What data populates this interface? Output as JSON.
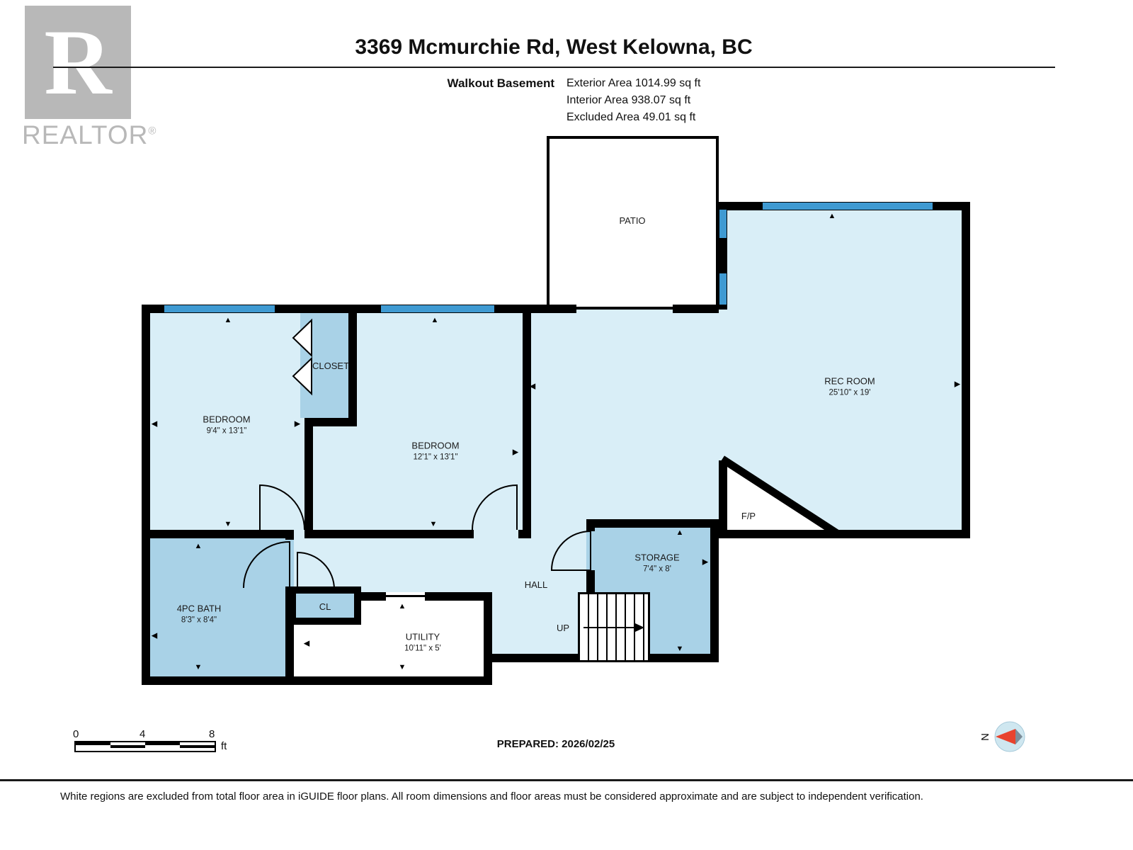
{
  "logo": {
    "letter": "R",
    "brand": "REALTOR",
    "registered": "®"
  },
  "header": {
    "title": "3369 Mcmurchie Rd, West Kelowna, BC",
    "floor_label": "Walkout Basement",
    "areas": {
      "exterior": "Exterior Area 1014.99 sq ft",
      "interior": "Interior Area 938.07 sq ft",
      "excluded": "Excluded Area 49.01 sq ft"
    }
  },
  "rooms": {
    "patio": {
      "label": "PATIO"
    },
    "rec_room": {
      "label": "REC ROOM",
      "dims": "25'10\" x 19'"
    },
    "bedroom_left": {
      "label": "BEDROOM",
      "dims": "9'4\" x 13'1\""
    },
    "closet": {
      "label": "CLOSET"
    },
    "bedroom_mid": {
      "label": "BEDROOM",
      "dims": "12'1\" x 13'1\""
    },
    "hall": {
      "label": "HALL"
    },
    "bath": {
      "label": "4PC BATH",
      "dims": "8'3\" x 8'4\""
    },
    "cl": {
      "label": "CL"
    },
    "utility": {
      "label": "UTILITY",
      "dims": "10'11\" x 5'"
    },
    "storage": {
      "label": "STORAGE",
      "dims": "7'4\" x 8'"
    },
    "fireplace": {
      "label": "F/P"
    },
    "stairs": {
      "label": "UP"
    }
  },
  "compass": {
    "label": "N"
  },
  "scale_bar": {
    "tick_0": "0",
    "tick_4": "4",
    "tick_8": "8",
    "unit": "ft"
  },
  "footer": {
    "prepared": "PREPARED: 2026/02/25",
    "disclaimer": "White regions are excluded from total floor area in iGUIDE floor plans. All room dimensions and floor areas must be considered approximate and are subject to independent verification."
  },
  "icons": {
    "arrow_up": "▲",
    "arrow_down": "▼",
    "arrow_left": "◀",
    "arrow_right": "▶"
  },
  "colors": {
    "wall": "#000000",
    "room_light": "#d9eef7",
    "room_medium": "#a9d2e7",
    "window": "#3f9ad2",
    "compass_red": "#e8432e"
  }
}
